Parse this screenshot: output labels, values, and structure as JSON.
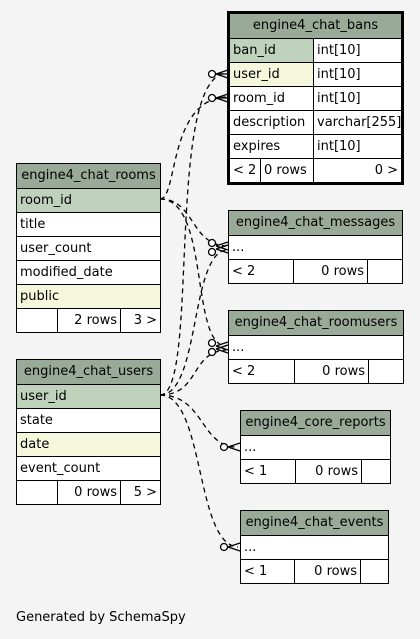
{
  "footer": "Generated by SchemaSpy",
  "tables": {
    "chat_bans": {
      "name": "engine4_chat_bans",
      "columns": [
        {
          "name": "ban_id",
          "type": "int[10]"
        },
        {
          "name": "user_id",
          "type": "int[10]"
        },
        {
          "name": "room_id",
          "type": "int[10]"
        },
        {
          "name": "description",
          "type": "varchar[255]"
        },
        {
          "name": "expires",
          "type": "int[10]"
        }
      ],
      "footer": {
        "parents": "< 2",
        "rows": "0 rows",
        "children": "0 >"
      }
    },
    "chat_rooms": {
      "name": "engine4_chat_rooms",
      "columns": [
        "room_id",
        "title",
        "user_count",
        "modified_date",
        "public"
      ],
      "footer": {
        "parents": "",
        "rows": "2 rows",
        "children": "3 >"
      }
    },
    "chat_users": {
      "name": "engine4_chat_users",
      "columns": [
        "user_id",
        "state",
        "date",
        "event_count"
      ],
      "footer": {
        "parents": "",
        "rows": "0 rows",
        "children": "5 >"
      }
    },
    "chat_messages": {
      "name": "engine4_chat_messages",
      "ellipsis": "...",
      "footer": {
        "parents": "< 2",
        "rows": "0 rows",
        "children": ""
      }
    },
    "chat_roomusers": {
      "name": "engine4_chat_roomusers",
      "ellipsis": "...",
      "footer": {
        "parents": "< 2",
        "rows": "0 rows",
        "children": ""
      }
    },
    "core_reports": {
      "name": "engine4_core_reports",
      "ellipsis": "...",
      "footer": {
        "parents": "< 1",
        "rows": "0 rows",
        "children": ""
      }
    },
    "chat_events": {
      "name": "engine4_chat_events",
      "ellipsis": "...",
      "footer": {
        "parents": "< 1",
        "rows": "0 rows",
        "children": ""
      }
    }
  }
}
